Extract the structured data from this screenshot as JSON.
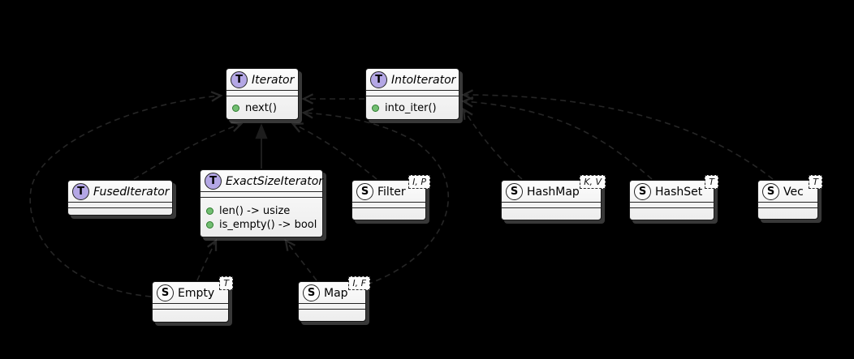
{
  "diagram": {
    "kind": "uml-class-diagram",
    "background": "#000000",
    "topic": "Rust iterator traits and collection structs"
  },
  "colors": {
    "trait_spot": "#B4A7E5",
    "struct_spot": "#FDFDFD",
    "box_border": "#181818",
    "box_fill": "#F4F4F4",
    "edge_line": "#262626",
    "method_dot_green": "#72BE72"
  },
  "boxes": [
    {
      "id": "iterator",
      "kind": "trait",
      "spot": "T",
      "name": "Iterator",
      "generics": "",
      "methods": [
        "next()"
      ]
    },
    {
      "id": "into-iterator",
      "kind": "trait",
      "spot": "T",
      "name": "IntoIterator",
      "generics": "",
      "methods": [
        "into_iter()"
      ]
    },
    {
      "id": "fused-iterator",
      "kind": "trait",
      "spot": "T",
      "name": "FusedIterator",
      "generics": "",
      "methods": []
    },
    {
      "id": "exact-size-iterator",
      "kind": "trait",
      "spot": "T",
      "name": "ExactSizeIterator",
      "generics": "",
      "methods": [
        "len() -> usize",
        "is_empty() -> bool"
      ]
    },
    {
      "id": "filter",
      "kind": "struct",
      "spot": "S",
      "name": "Filter",
      "generics": "I, P",
      "methods": []
    },
    {
      "id": "hashmap",
      "kind": "struct",
      "spot": "S",
      "name": "HashMap",
      "generics": "K, V",
      "methods": []
    },
    {
      "id": "hashset",
      "kind": "struct",
      "spot": "S",
      "name": "HashSet",
      "generics": "T",
      "methods": []
    },
    {
      "id": "vec",
      "kind": "struct",
      "spot": "S",
      "name": "Vec",
      "generics": "T",
      "methods": []
    },
    {
      "id": "empty",
      "kind": "struct",
      "spot": "S",
      "name": "Empty",
      "generics": "T",
      "methods": []
    },
    {
      "id": "map",
      "kind": "struct",
      "spot": "S",
      "name": "Map",
      "generics": "I, F",
      "methods": []
    }
  ],
  "edges": [
    {
      "from": "FusedIterator",
      "to": "Iterator",
      "style": "dashed"
    },
    {
      "from": "ExactSizeIterator",
      "to": "Iterator",
      "style": "solid"
    },
    {
      "from": "Filter",
      "to": "Iterator",
      "style": "dashed"
    },
    {
      "from": "Empty",
      "to": "Iterator",
      "style": "dashed"
    },
    {
      "from": "Empty",
      "to": "ExactSizeIterator",
      "style": "dashed"
    },
    {
      "from": "Map",
      "to": "ExactSizeIterator",
      "style": "dashed"
    },
    {
      "from": "Map",
      "to": "Iterator",
      "style": "dashed"
    },
    {
      "from": "IntoIterator",
      "to": "Iterator",
      "style": "dashed"
    },
    {
      "from": "HashMap",
      "to": "IntoIterator",
      "style": "dashed"
    },
    {
      "from": "HashSet",
      "to": "IntoIterator",
      "style": "dashed"
    },
    {
      "from": "Vec",
      "to": "IntoIterator",
      "style": "dashed"
    }
  ]
}
